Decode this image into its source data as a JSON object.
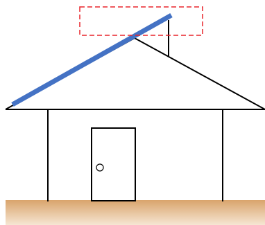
{
  "scene": {
    "colors": {
      "background": "#ffffff",
      "outline": "#000000",
      "solar_panel": "#4472C4",
      "highlight_box": "#E8232A",
      "ground_top": "#D9A46C",
      "ground_bottom": "#F6E6D3",
      "door_knob_fill": "#ffffff"
    },
    "elements": [
      "ground",
      "house-wall-left",
      "house-wall-right",
      "roof-outline",
      "eave-line",
      "door",
      "door-knob",
      "panel-support-post",
      "solar-panel",
      "highlight-box"
    ]
  }
}
